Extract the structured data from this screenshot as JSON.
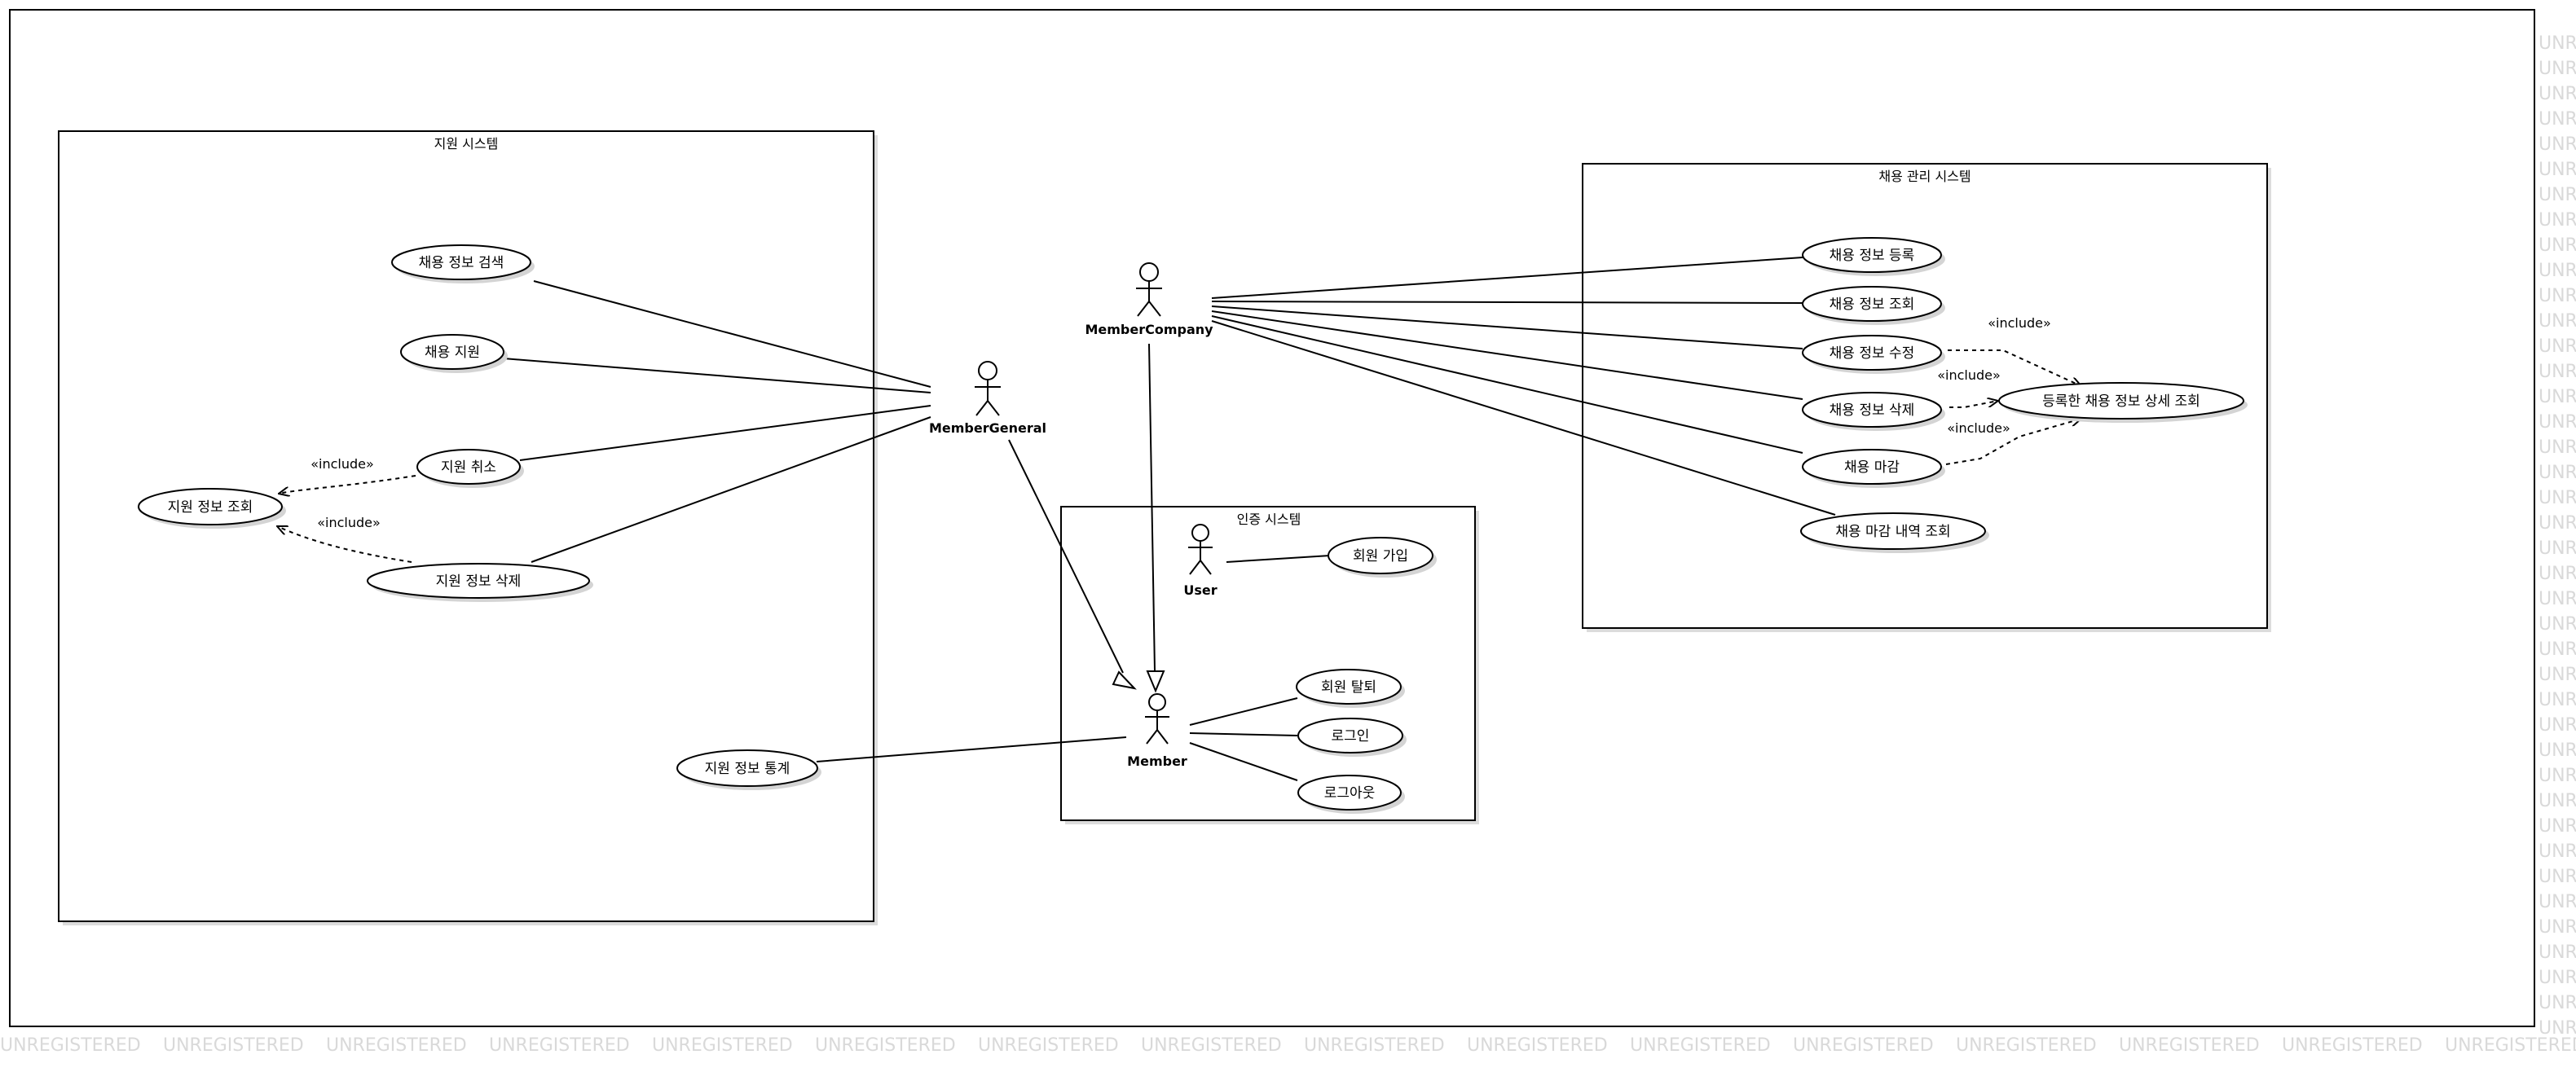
{
  "watermark": "UNREGISTERED",
  "systems": {
    "application": "지원 시스템",
    "auth": "인증 시스템",
    "recruit": "채용 관리 시스템"
  },
  "actors": {
    "member_general": "MemberGeneral",
    "member_company": "MemberCompany",
    "user": "User",
    "member": "Member"
  },
  "usecases": {
    "search_jobs": "채용 정보 검색",
    "apply": "채용 지원",
    "cancel_application": "지원 취소",
    "view_application": "지원 정보 조회",
    "delete_application": "지원 정보 삭제",
    "application_stats": "지원 정보 통계",
    "sign_up": "회원 가입",
    "withdraw": "회원 탈퇴",
    "login": "로그인",
    "logout": "로그아웃",
    "register_job": "채용 정보 등록",
    "view_job": "채용 정보 조회",
    "edit_job": "채용 정보 수정",
    "delete_job": "채용 정보 삭제",
    "close_job": "채용 마감",
    "view_closed_jobs": "채용 마감 내역 조회",
    "view_registered_detail": "등록한 채용 정보 상세 조회"
  },
  "include_label": "«include»"
}
